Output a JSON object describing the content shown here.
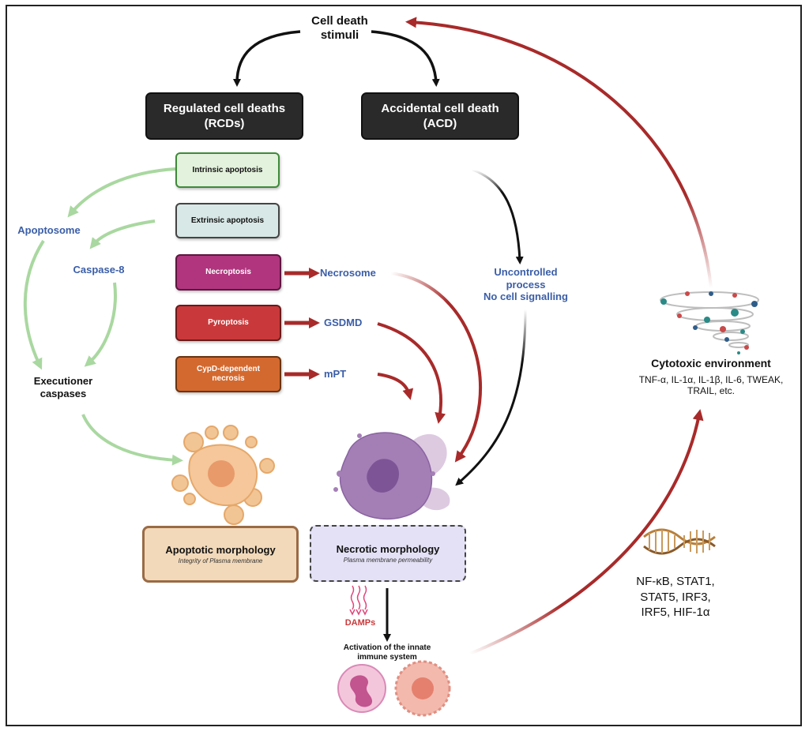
{
  "stimuli": "Cell death\nstimuli",
  "rcd": {
    "line1": "Regulated cell deaths",
    "line2": "(RCDs)"
  },
  "acd": {
    "line1": "Accidental cell death",
    "line2": "(ACD)"
  },
  "pathways": {
    "intrinsic": "Intrinsic apoptosis",
    "extrinsic": "Extrinsic apoptosis",
    "necroptosis": "Necroptosis",
    "pyroptosis": "Pyroptosis",
    "cypd": "CypD-dependent\nnecrosis"
  },
  "mediators": {
    "apoptosome": "Apoptosome",
    "caspase8": "Caspase-8",
    "necrosome": "Necrosome",
    "gsdmd": "GSDMD",
    "mpt": "mPT"
  },
  "uncontrolled": "Uncontrolled\nprocess\nNo cell signalling",
  "executioner": "Executioner\ncaspases",
  "apoptotic": {
    "title": "Apoptotic morphology",
    "subtitle": "Integrity of Plasma membrane"
  },
  "necrotic": {
    "title": "Necrotic morphology",
    "subtitle": "Plasma membrane permeability"
  },
  "damps": "DAMPs",
  "innate": "Activation of the innate\nimmune system",
  "cytotoxic": {
    "title": "Cytotoxic environment",
    "list": "TNF-α, IL-1α, IL-1β, IL-6, TWEAK,\nTRAIL, etc."
  },
  "tfs": "NF-κB, STAT1,\nSTAT5, IRF3,\nIRF5, HIF-1α",
  "colors": {
    "green": "#a9d8a0",
    "dark_red": "#a82a2a",
    "blue_text": "#3a5ea8",
    "necroptosis": "#b0357e",
    "pyroptosis": "#c9393b",
    "cypd": "#d4692f"
  }
}
